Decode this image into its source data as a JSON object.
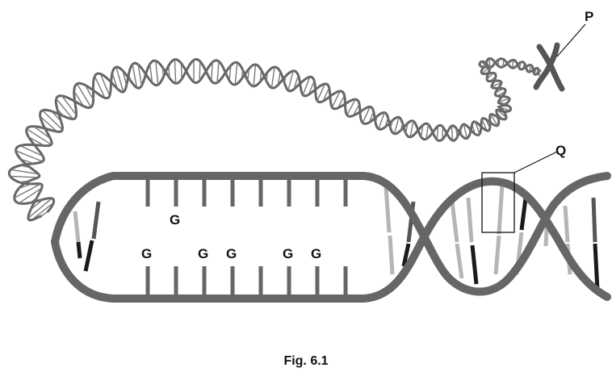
{
  "labels": {
    "p": "P",
    "q": "Q"
  },
  "bases": [
    "G",
    "G",
    "G",
    "G",
    "G",
    "G"
  ],
  "caption": "Fig. 6.1",
  "colors": {
    "backbone": "#666666",
    "dark_base": "#1a1a1a",
    "light_base": "#b5b5b5",
    "text": "#111111"
  },
  "icons": {
    "chromosome": "chromosome-icon",
    "helix": "dna-double-helix"
  }
}
